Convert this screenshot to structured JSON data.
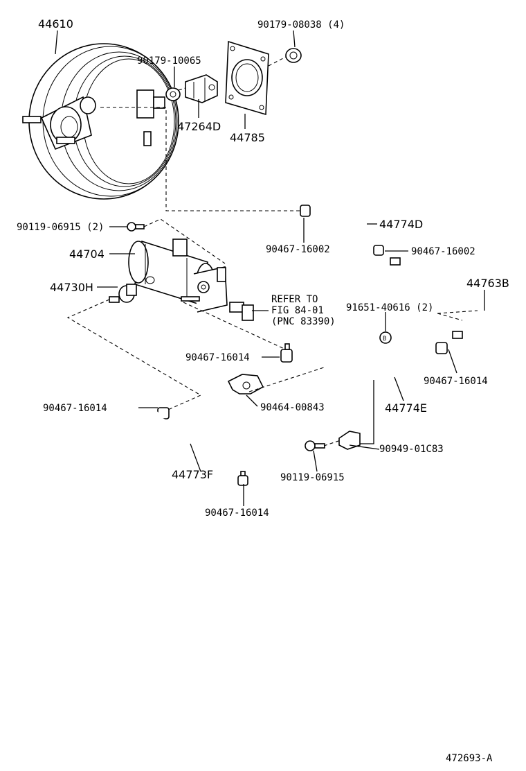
{
  "diagram": {
    "labels": {
      "booster": "44610",
      "nut_top": "90179-08038 (4)",
      "nut_small": "90179-10065",
      "bracket_top": "47264D",
      "gasket": "44785",
      "bolt_left": "90119-06915 (2)",
      "canister": "44704",
      "valve": "44730H",
      "clip_upper_left": "90467-16002",
      "hose_d": "44774D",
      "clip_upper_right": "90467-16002",
      "pipe_b": "44763B",
      "clamp_b": "91651-40616 (2)",
      "refer_line1": "REFER TO",
      "refer_line2": "FIG 84-01",
      "refer_line3": "(PNC 83390)",
      "clip_mid_left": "90467-16014",
      "clip_mid_right": "90467-16014",
      "bracket_mid": "90464-00843",
      "hose_e": "44774E",
      "clip_left": "90467-16014",
      "hose_f": "44773F",
      "bracket_low": "90949-01C83",
      "bolt_low": "90119-06915",
      "clip_bottom": "90467-16014",
      "ref_b": "B",
      "drawing_id": "472693-A"
    }
  }
}
